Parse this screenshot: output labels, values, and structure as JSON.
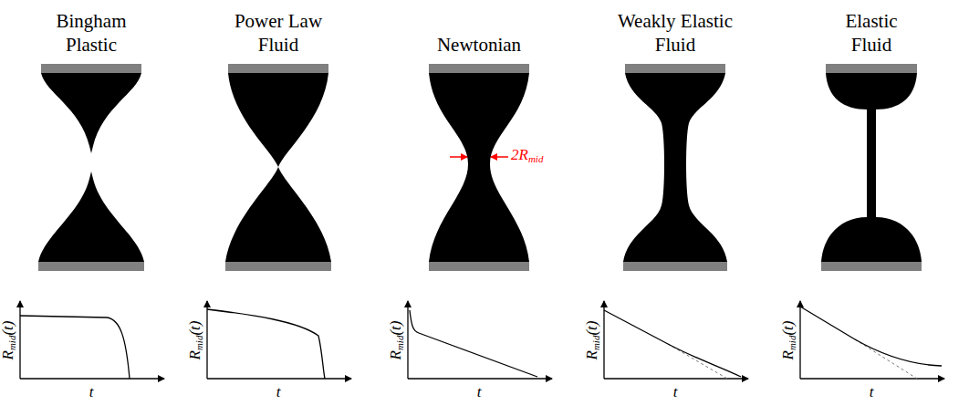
{
  "diagram": {
    "labels": [
      "Bingham Plastic",
      "Power Law Fluid",
      "Newtonian",
      "Weakly Elastic Fluid",
      "Elastic Fluid",
      "2R",
      "mid",
      "R",
      "mid",
      "(t)",
      "t",
      "R",
      "mid",
      "(t)",
      "t",
      "R",
      "mid",
      "(t)",
      "t",
      "R",
      "mid",
      "(t)",
      "t",
      "R",
      "mid",
      "(t)",
      "t"
    ]
  }
}
